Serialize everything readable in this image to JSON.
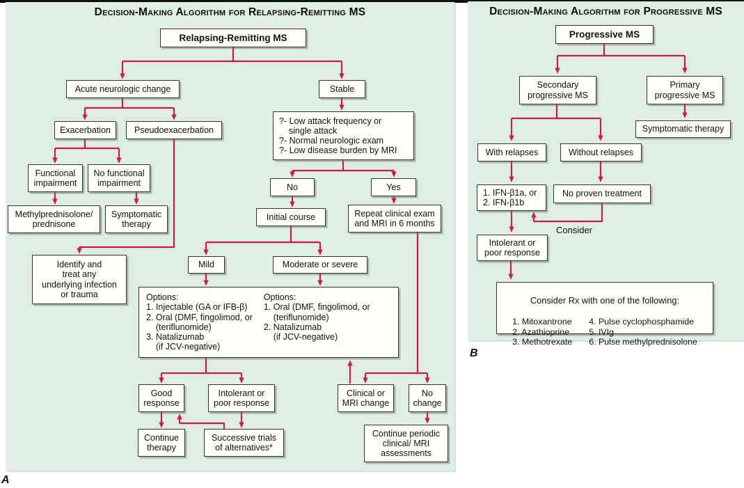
{
  "colors": {
    "arrow": "#cc1a4e",
    "panel_bg": "#dfeee4",
    "box_border": "#333333"
  },
  "panel_a": {
    "label": "A",
    "title": "Decision-Making Algorithm for Relapsing-Remitting MS",
    "nodes": {
      "root": "Relapsing-Remitting MS",
      "acute": "Acute neurologic change",
      "stable": "Stable",
      "exacerbation": "Exacerbation",
      "pseudoexacerbation": "Pseudoexacerbation",
      "functional": "Functional\nimpairment",
      "no_functional": "No functional\nimpairment",
      "methylprednisolone": "Methylprednisolone/\nprednisone",
      "symptomatic": "Symptomatic\ntherapy",
      "identify": "Identify and\ntreat any\nunderlying infection\nor trauma",
      "criteria": "?- Low attack frequency or\n    single attack\n?- Normal neurologic exam\n?- Low disease burden by MRI",
      "no": "No",
      "yes": "Yes",
      "initial_course": "Initial course",
      "repeat_exam": "Repeat clinical exam\nand MRI in 6 months",
      "mild": "Mild",
      "moderate": "Moderate or severe",
      "options_mild": "Options:\n1. Injectable (GA or IFB-β)\n2. Oral (DMF, fingolimod, or\n    (teriflunomide)\n3. Natalizumab\n    (if JCV-negative)",
      "options_moderate": "Options:\n1. Oral (DMF, fingolimod, or\n    (teriflunomide)\n2. Natalizumab\n    (if JCV-negative)",
      "good_response": "Good\nresponse",
      "intolerant": "Intolerant or\npoor response",
      "continue_therapy": "Continue\ntherapy",
      "successive": "Successive trials\nof alternatives*",
      "clinical_change": "Clinical or\nMRI change",
      "no_change": "No\nchange",
      "continue_periodic": "Continue periodic\nclinical/ MRI\nassessments"
    }
  },
  "panel_b": {
    "label": "B",
    "title": "Decision-Making Algorithm for Progressive MS",
    "nodes": {
      "root": "Progressive MS",
      "secondary": "Secondary\nprogressive MS",
      "primary": "Primary\nprogressive MS",
      "symptomatic": "Symptomatic therapy",
      "with_relapses": "With relapses",
      "without_relapses": "Without relapses",
      "ifn": "1. IFN-β1a, or\n2. IFN-β1b",
      "no_proven": "No proven treatment",
      "consider": "Consider",
      "intolerant": "Intolerant or\npoor response",
      "rx_title": "Consider Rx with one of the following:",
      "rx_col1": "1. Mitoxantrone\n2. Azathioprine\n3. Methotrexate",
      "rx_col2": "4. Pulse cyclophosphamide\n5. IVIg\n6. Pulse methylprednisolone"
    }
  }
}
